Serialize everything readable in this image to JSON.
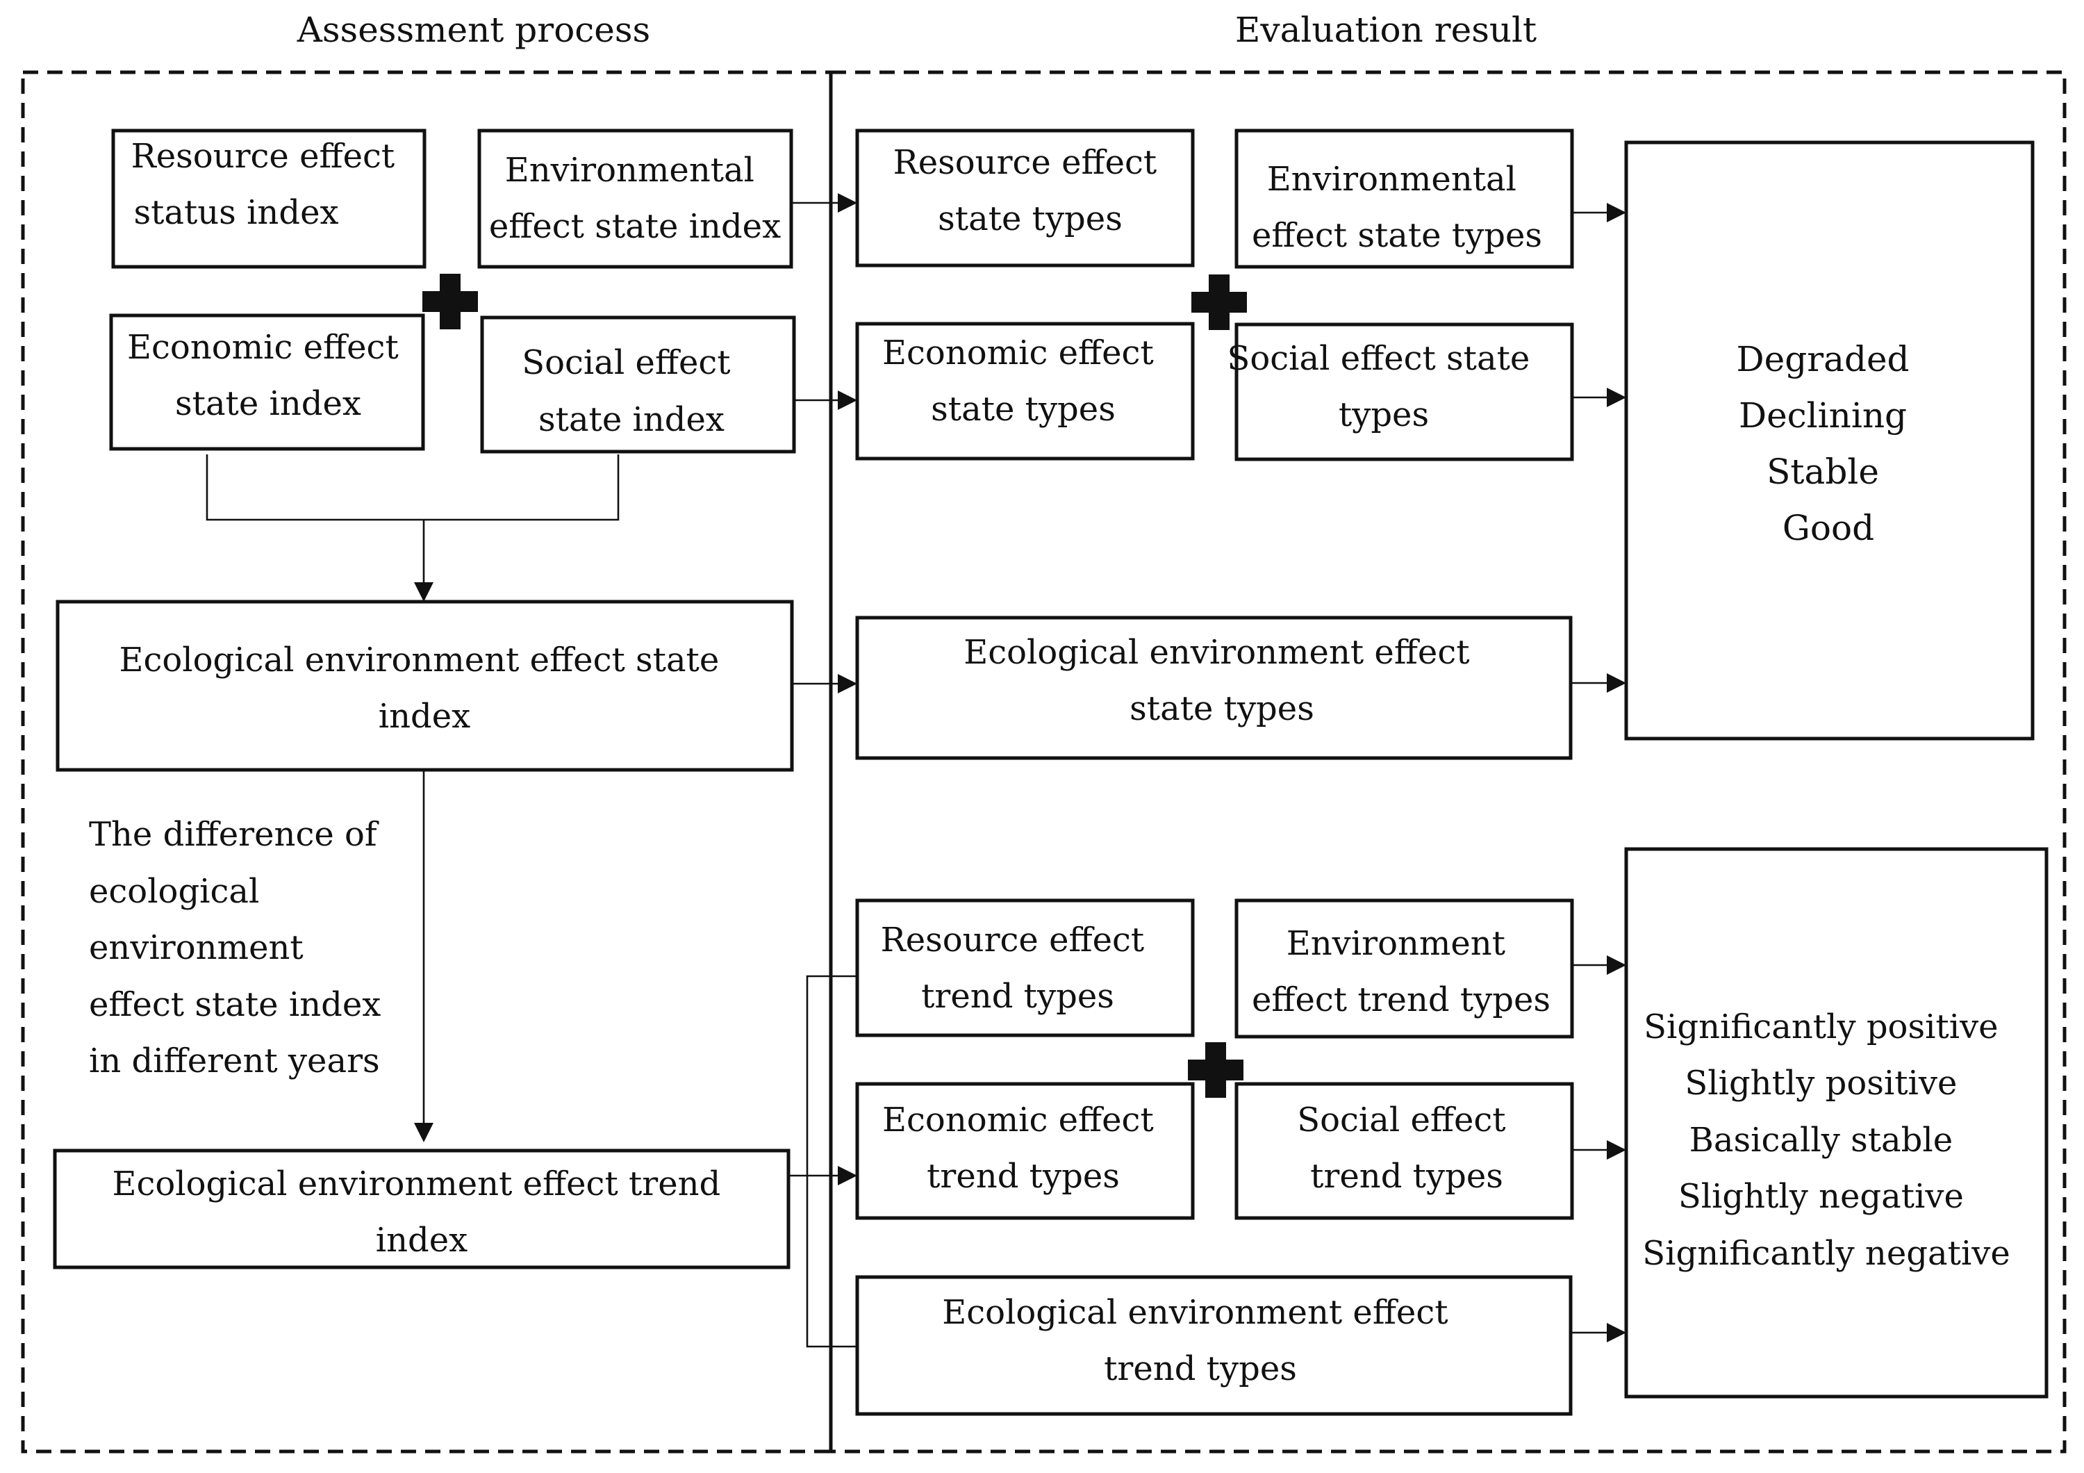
{
  "headers": {
    "left": "Assessment process",
    "right": "Evaluation result"
  },
  "process": {
    "resource": [
      "Resource   effect",
      "status index"
    ],
    "environmental": [
      "Environmental",
      "effect state index"
    ],
    "economic": [
      "Economic effect",
      "state index"
    ],
    "social": [
      "Social effect",
      "state index"
    ],
    "state_index": [
      "Ecological  environment  effect state",
      "index"
    ],
    "difference_note": [
      "The   difference   of",
      "ecological",
      "environment",
      "effect   state   index",
      "in different years"
    ],
    "trend_index": [
      "Ecological  environment  effect  trend",
      "index"
    ]
  },
  "results": {
    "resource_state": [
      "Resource effect",
      "state types"
    ],
    "environmental_state": [
      "Environmental",
      "effect state types"
    ],
    "economic_state": [
      "Economic effect",
      "state types"
    ],
    "social_state": [
      "Social effect state",
      "types"
    ],
    "eco_state": [
      "Ecological  environment  effect",
      "state types"
    ],
    "resource_trend": [
      "Resource effect",
      "trend types"
    ],
    "environment_trend": [
      "Environment",
      "effect trend types"
    ],
    "economic_trend": [
      "Economic effect",
      "trend types"
    ],
    "social_trend": [
      "Social effect",
      "trend types"
    ],
    "eco_trend": [
      "Ecological  environment  effect",
      "trend types"
    ]
  },
  "state_grades": [
    "Degraded",
    "Declining",
    "Stable",
    "Good"
  ],
  "trend_grades": [
    "Significantly  positive",
    "Slightly positive",
    "Basically stable",
    "Slightly negative",
    "Significantly  negative"
  ]
}
